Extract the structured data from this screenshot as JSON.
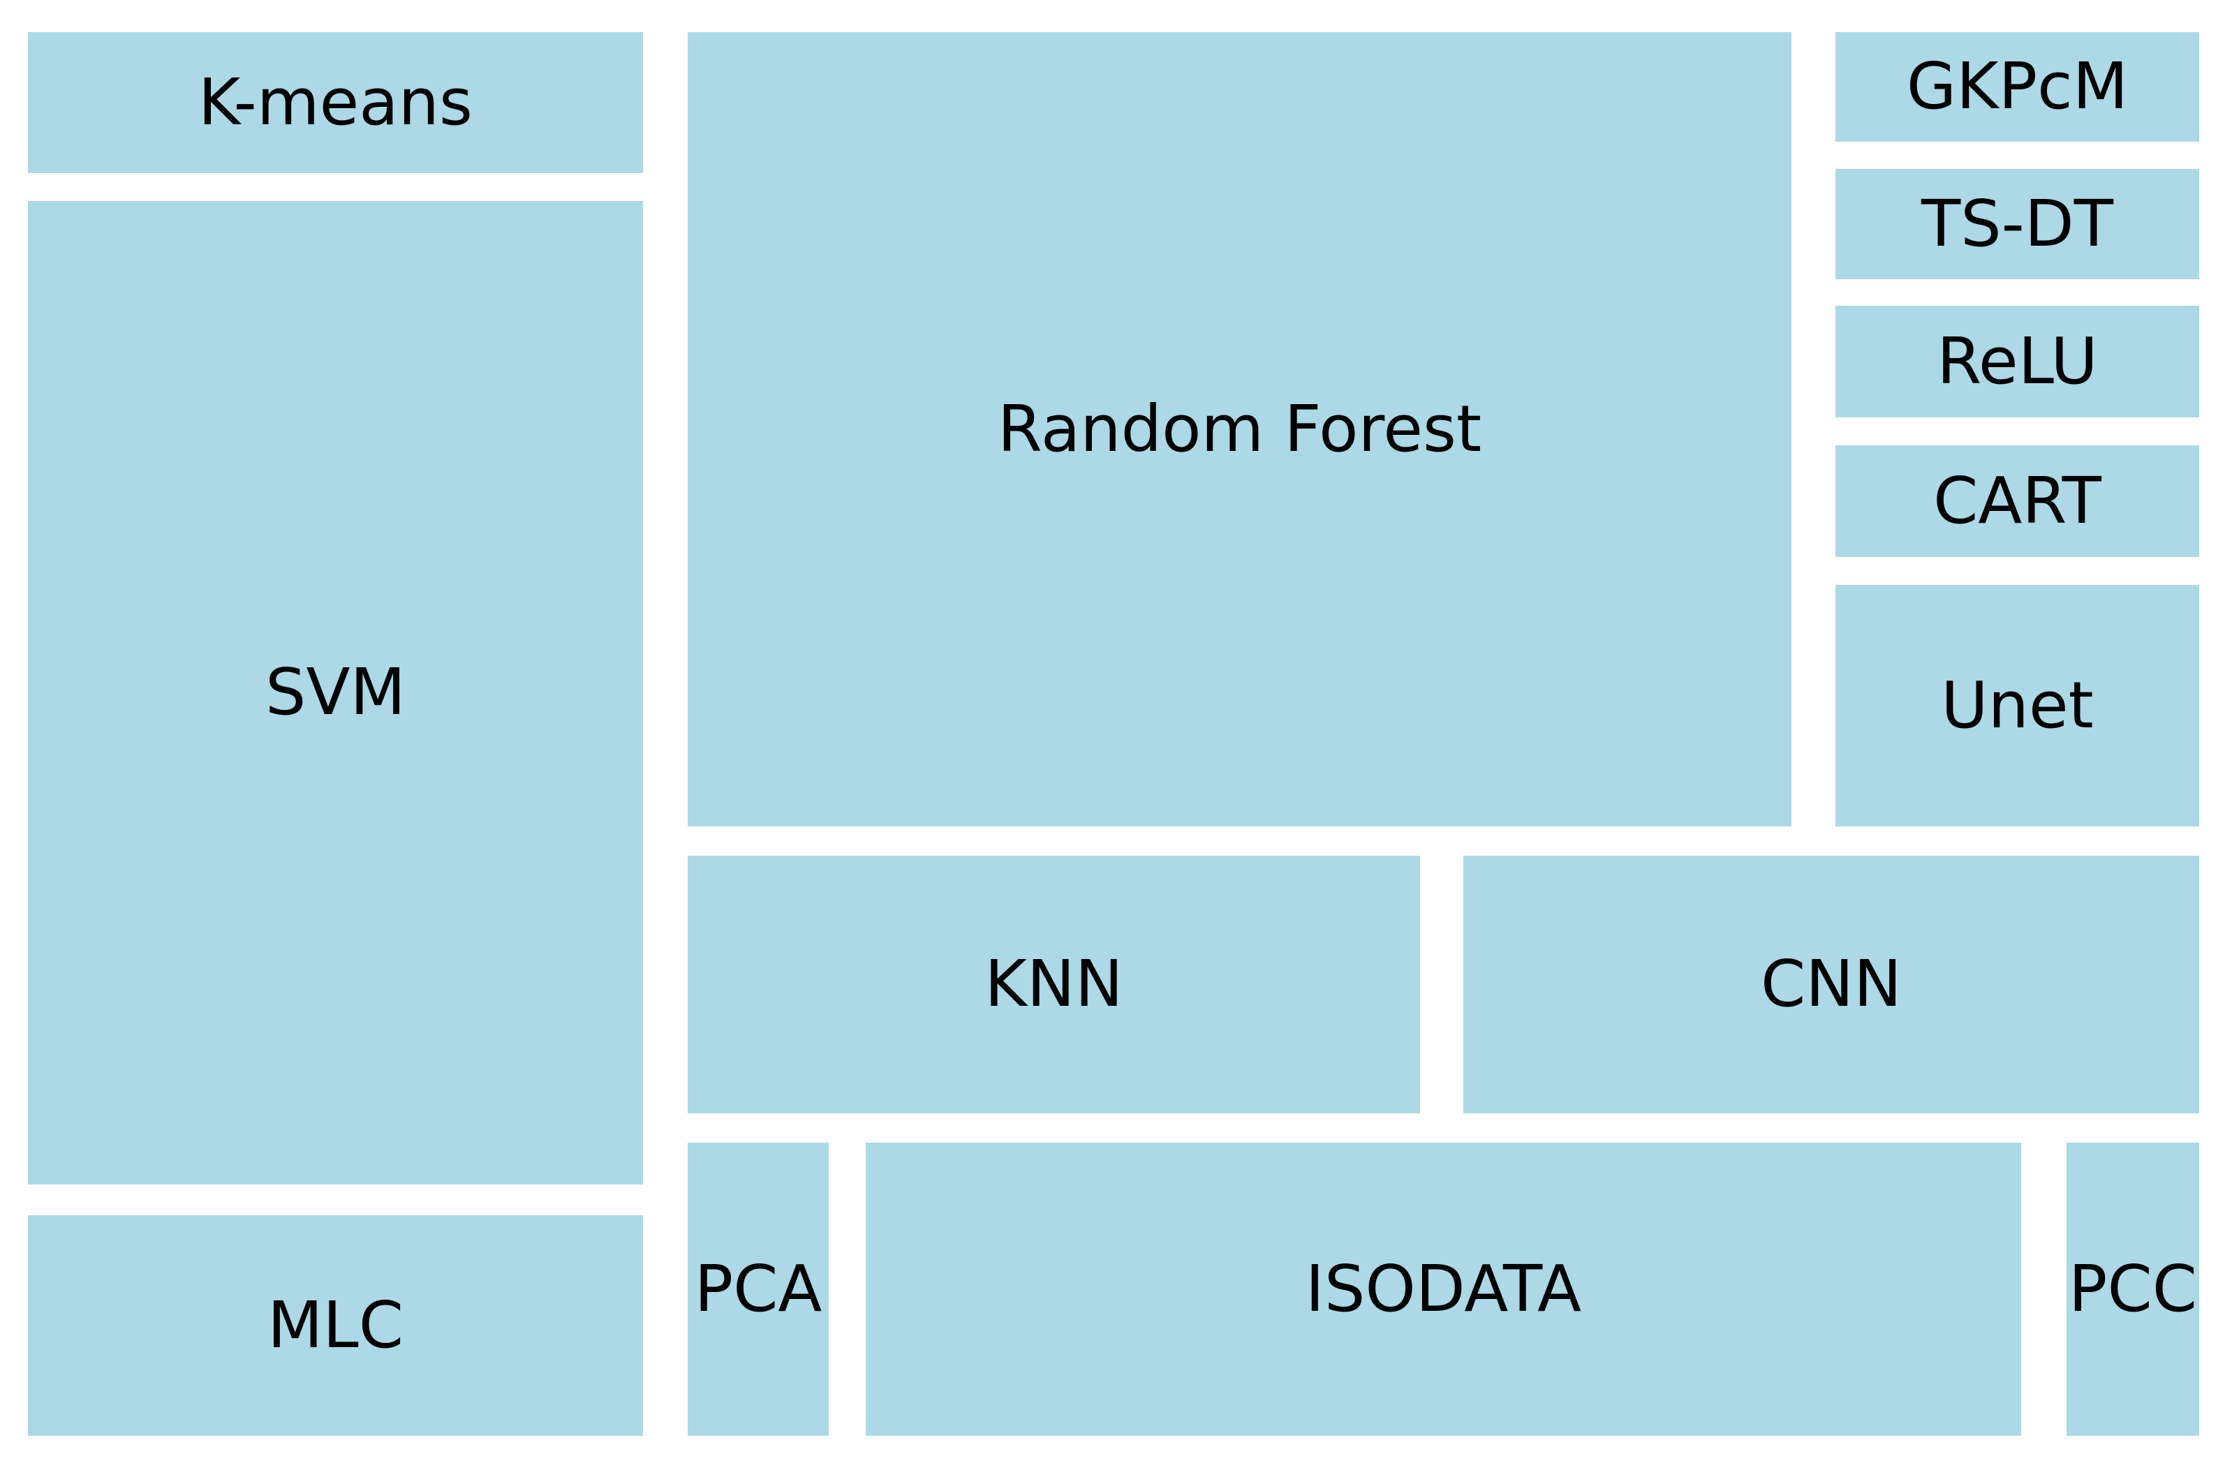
{
  "chart_data": {
    "type": "treemap",
    "title": "",
    "legend": "none",
    "items": [
      {
        "label": "K-means",
        "relative_area_pct": 3.2
      },
      {
        "label": "SVM",
        "relative_area_pct": 22.0
      },
      {
        "label": "MLC",
        "relative_area_pct": 4.9
      },
      {
        "label": "Random Forest",
        "relative_area_pct": 31.9
      },
      {
        "label": "KNN",
        "relative_area_pct": 6.9
      },
      {
        "label": "CNN",
        "relative_area_pct": 6.9
      },
      {
        "label": "PCA",
        "relative_area_pct": 1.5
      },
      {
        "label": "ISODATA",
        "relative_area_pct": 12.3
      },
      {
        "label": "PCC",
        "relative_area_pct": 1.4
      },
      {
        "label": "GKPcM",
        "relative_area_pct": 1.4
      },
      {
        "label": "TS-DT",
        "relative_area_pct": 1.5
      },
      {
        "label": "ReLU",
        "relative_area_pct": 1.5
      },
      {
        "label": "CART",
        "relative_area_pct": 1.5
      },
      {
        "label": "Unet",
        "relative_area_pct": 3.2
      }
    ]
  },
  "colors": {
    "tile_fill": "#ADD8E6",
    "tile_text": "#000000",
    "background": "#FFFFFF"
  }
}
